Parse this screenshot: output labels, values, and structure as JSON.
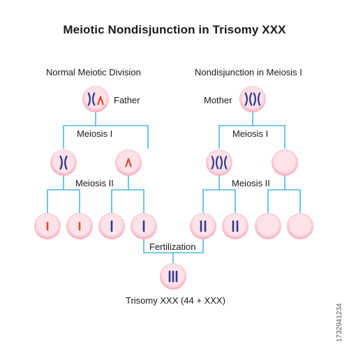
{
  "title": "Meiotic Nondisjunction in Trisomy XXX",
  "left_heading": "Normal Meiotic Division",
  "right_heading": "Nondisjunction in Meiosis I",
  "father_label": "Father",
  "mother_label": "Mother",
  "left_meiosis1": "Meiosis I",
  "left_meiosis2": "Meiosis II",
  "right_meiosis1": "Meiosis I",
  "right_meiosis2": "Meiosis II",
  "fertilization": "Fertilization",
  "result": "Trisomy XXX (44 + XXX)",
  "stock_id": "1732941234",
  "colors": {
    "line": "#4fb6e3",
    "cell_center": "#fde2e8",
    "cell_edge": "#f3a9bb",
    "chromosome_x": "#2d3a8c",
    "chromosome_y": "#e0482f"
  }
}
